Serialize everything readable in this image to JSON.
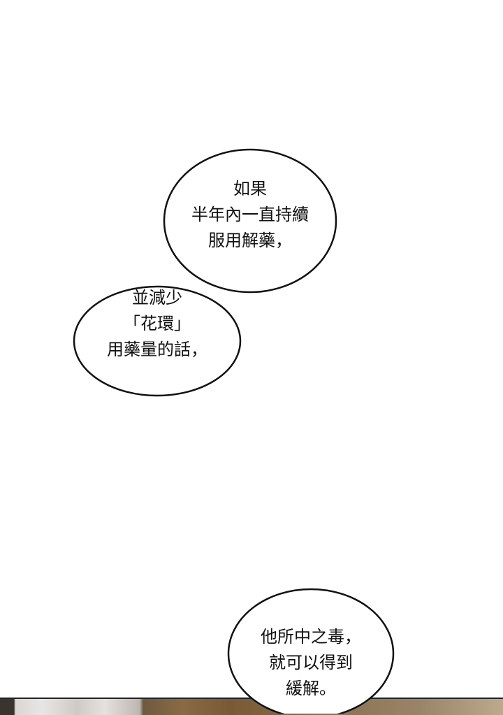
{
  "bubbles": [
    {
      "lines": [
        "如果",
        "半年內一直持續",
        "服用解藥，"
      ]
    },
    {
      "lines": [
        "並減少",
        "「花環」",
        "用藥量的話，"
      ]
    },
    {
      "lines": [
        "他所中之毒，",
        "就可以得到",
        "緩解。"
      ]
    }
  ]
}
